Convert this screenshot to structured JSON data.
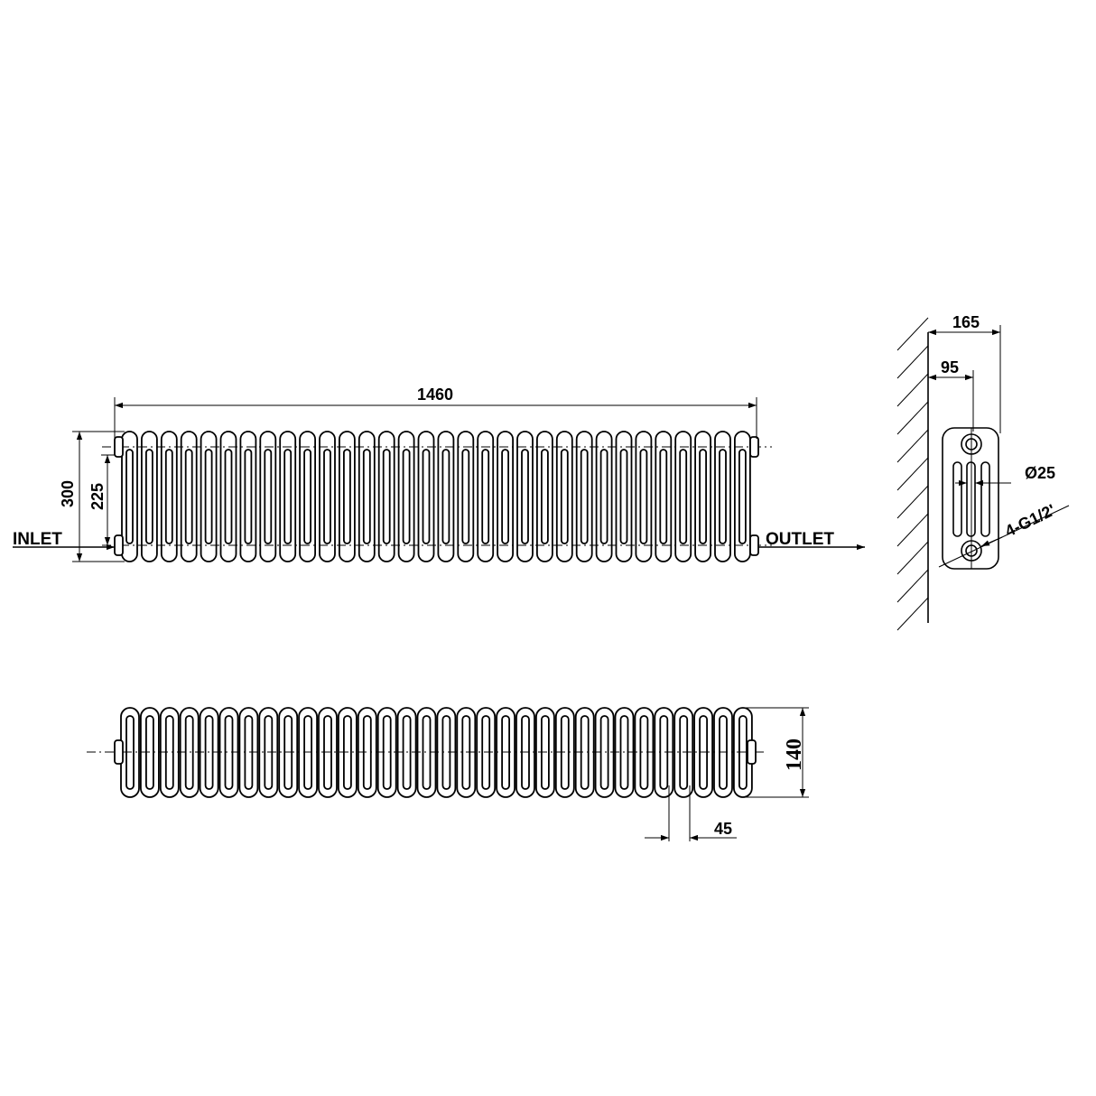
{
  "drawing": {
    "front_view": {
      "overall_length": "1460",
      "overall_height": "300",
      "pipe_centres": "225",
      "inlet_label": "INLET",
      "outlet_label": "OUTLET"
    },
    "plan_view": {
      "depth": "140",
      "section_pitch": "45"
    },
    "side_view": {
      "total_projection": "165",
      "wall_to_centre": "95",
      "tube_diameter": "Ø25",
      "connection_spec": "4-G1/2'"
    }
  }
}
